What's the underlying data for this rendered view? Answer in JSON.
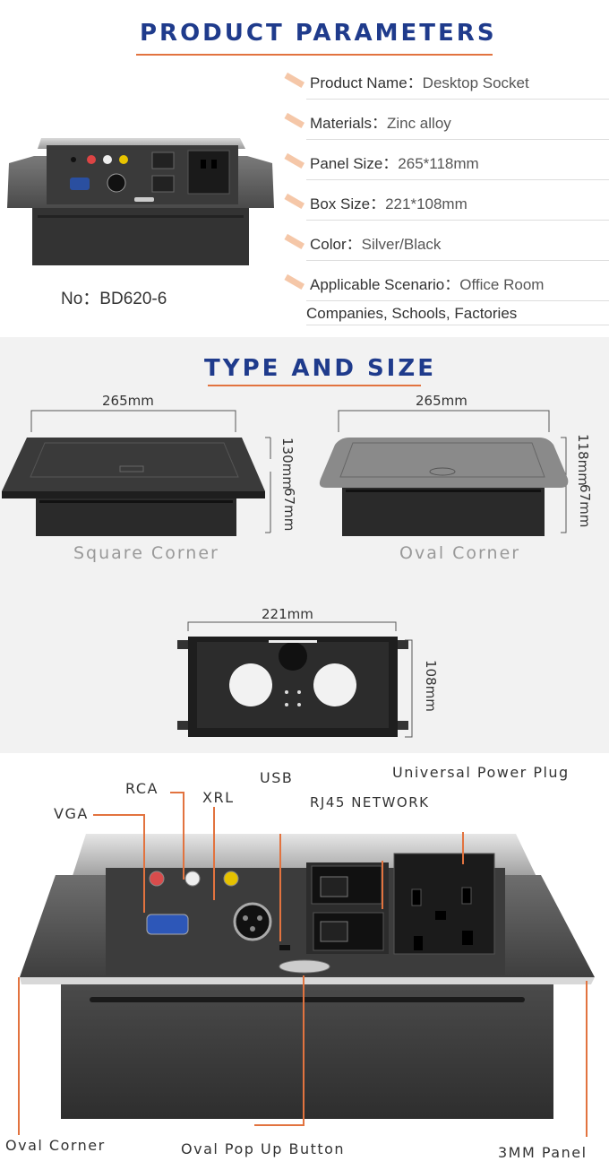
{
  "params": {
    "title": "PRODUCT PARAMETERS",
    "model_label": "No：",
    "model_value": "BD620-6",
    "rows": [
      {
        "label": "Product Name：",
        "value": "Desktop Socket"
      },
      {
        "label": "Materials：",
        "value": "Zinc alloy"
      },
      {
        "label": "Panel Size：",
        "value": "265*118mm"
      },
      {
        "label": "Box Size：",
        "value": "221*108mm"
      },
      {
        "label": "Color：",
        "value": "Silver/Black"
      },
      {
        "label": "Applicable Scenario：",
        "value": "Office Room"
      }
    ],
    "scenario_extra": "Companies, Schools, Factories"
  },
  "size": {
    "title": "TYPE AND SIZE",
    "square": {
      "width": "265mm",
      "depth": "130mm",
      "height": "67mm",
      "caption": "Square Corner"
    },
    "oval": {
      "width": "265mm",
      "depth": "118mm",
      "height": "67mm",
      "caption": "Oval Corner"
    },
    "box": {
      "width": "221mm",
      "height": "108mm"
    }
  },
  "features": {
    "usb": "USB",
    "universal": "Universal Power Plug",
    "rca": "RCA",
    "xrl": "XRL",
    "rj45": "RJ45 NETWORK",
    "vga": "VGA",
    "oval_corner": "Oval Corner",
    "oval_button": "Oval Pop Up Button",
    "panel": "3MM Panel"
  },
  "colors": {
    "title": "#1f3b8c",
    "accent": "#e2733f",
    "section_bg": "#f2f2f2"
  }
}
